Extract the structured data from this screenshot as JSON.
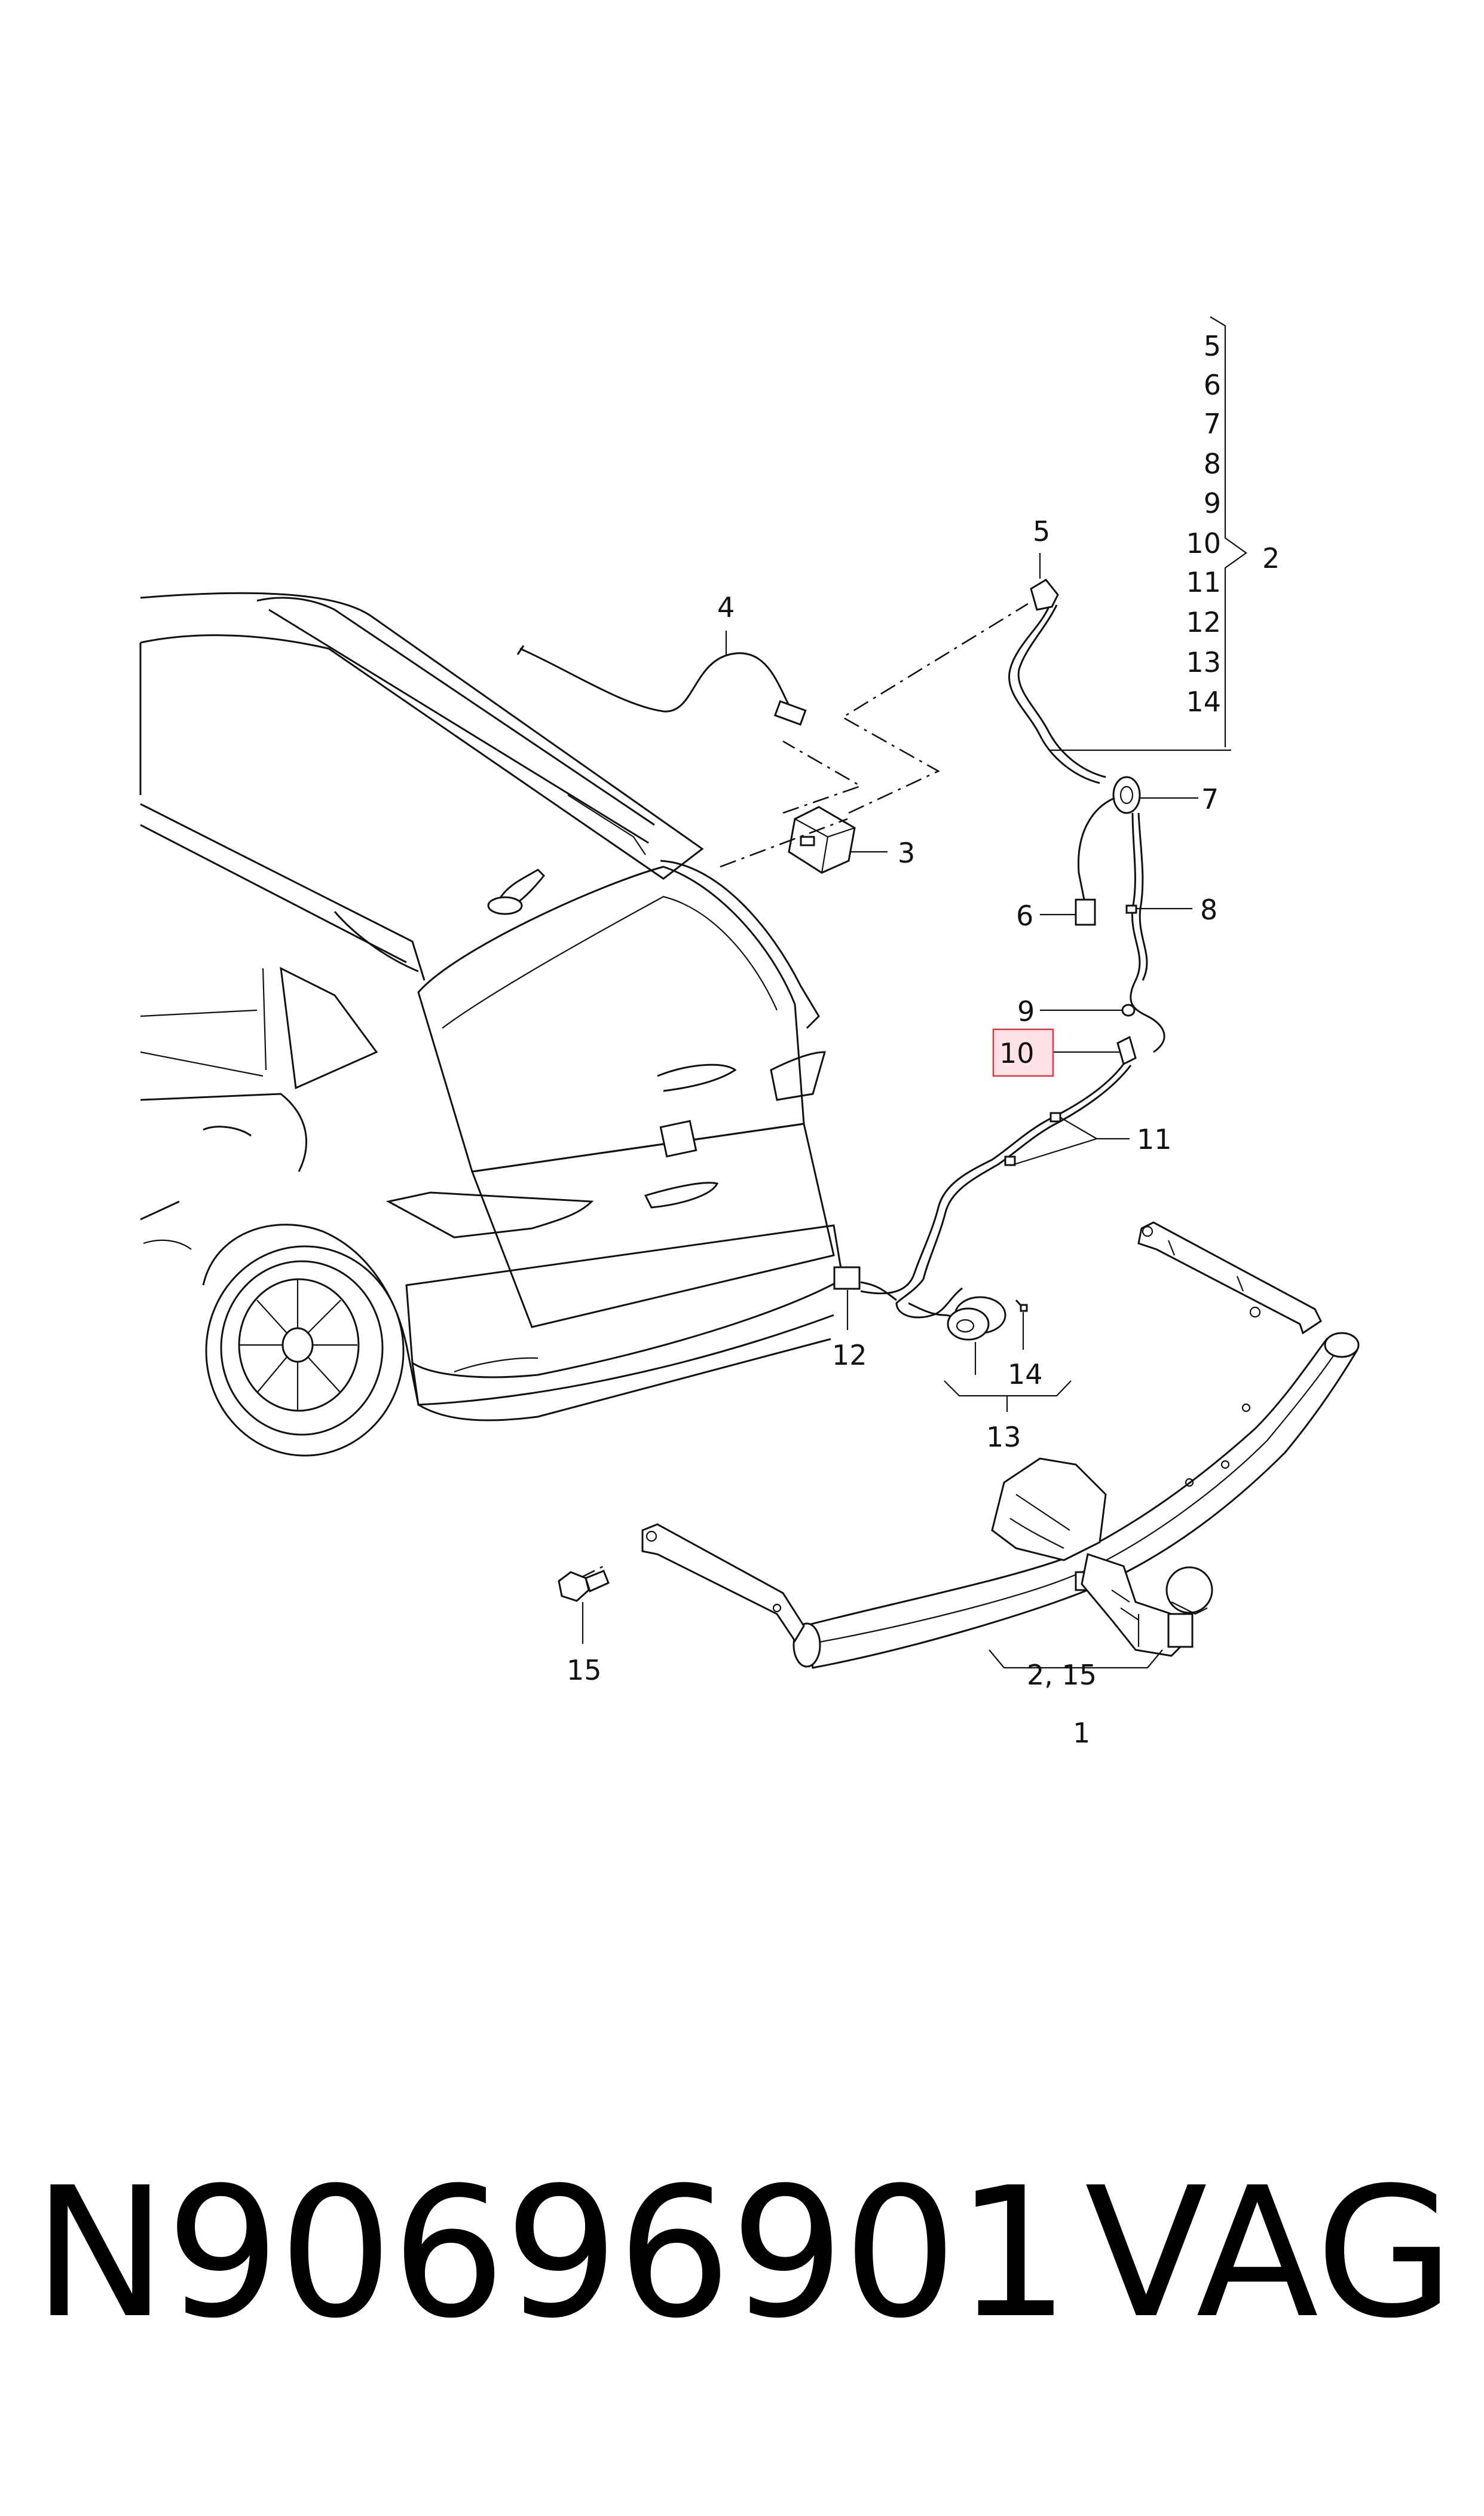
{
  "callouts": {
    "c1": "1",
    "c2": "2",
    "c3": "3",
    "c4": "4",
    "c5": "5",
    "c6": "6",
    "c7": "7",
    "c8": "8",
    "c9": "9",
    "c10": "10",
    "c11": "11",
    "c12": "12",
    "c13": "13",
    "c14": "14",
    "c15": "15",
    "group_1_parts": "2, 15"
  },
  "bracket_list": [
    "5",
    "6",
    "7",
    "8",
    "9",
    "10",
    "11",
    "12",
    "13",
    "14"
  ],
  "highlight": {
    "part": "10",
    "fill": "#fde3e6",
    "border": "#e3363f"
  },
  "caption": {
    "part_number": "N90696901",
    "brand": "VAG"
  }
}
